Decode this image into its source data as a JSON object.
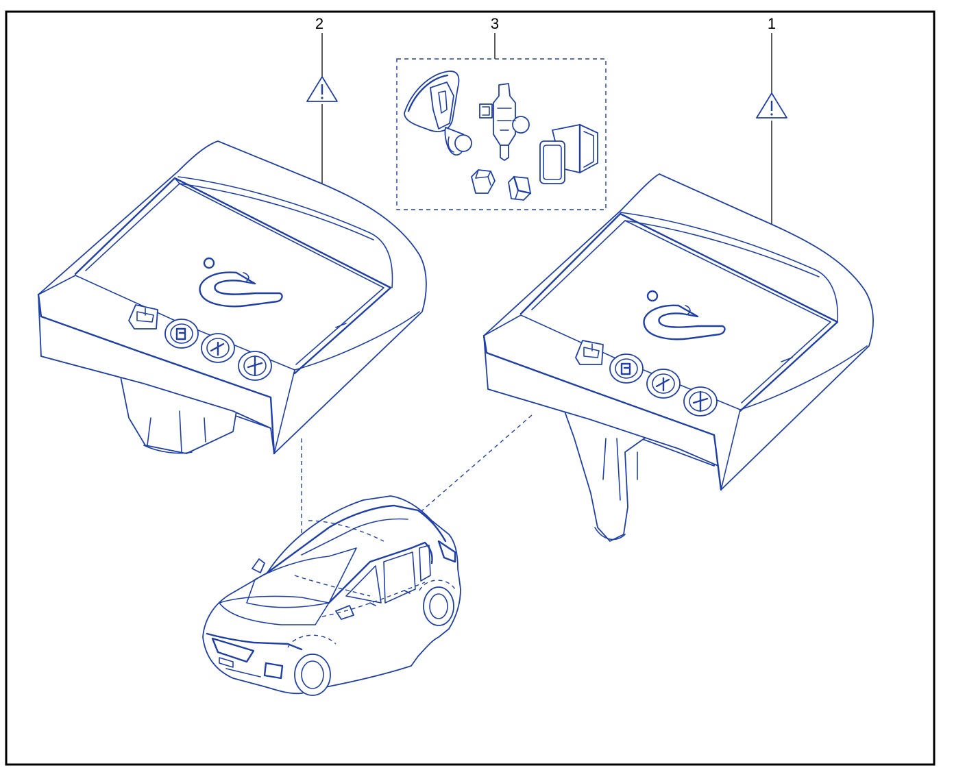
{
  "diagram": {
    "callouts": [
      {
        "id": "1",
        "label": "1"
      },
      {
        "id": "2",
        "label": "2"
      },
      {
        "id": "3",
        "label": "3"
      }
    ],
    "colors": {
      "line_art": "#1e3fa8",
      "frame": "#000000",
      "background": "#ffffff"
    },
    "icons": [
      "warning-triangle-icon",
      "qi-logo-icon"
    ]
  }
}
